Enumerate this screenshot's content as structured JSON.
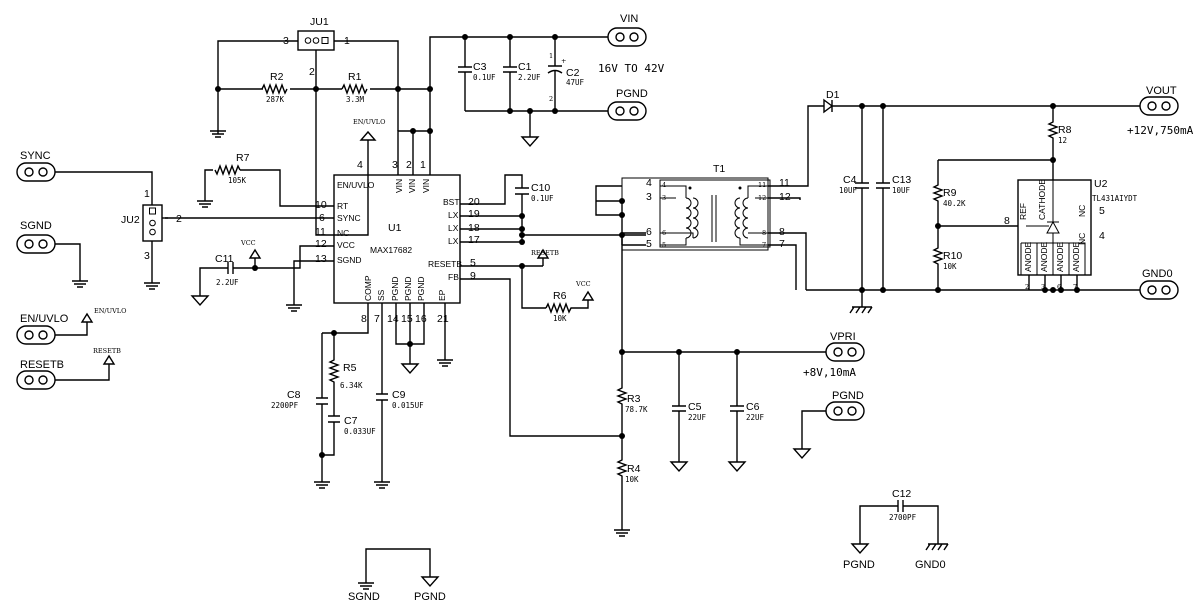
{
  "connectors": {
    "vin": "VIN",
    "pgnd_top": "PGND",
    "vout": "VOUT",
    "gnd0": "GND0",
    "sync": "SYNC",
    "sgnd": "SGND",
    "en_uvlo": "EN/UVLO",
    "resetb": "RESETB",
    "vpri": "VPRI",
    "pgnd_mid": "PGND"
  },
  "notes": {
    "vin_range": "16V TO 42V",
    "vout_spec": "+12V,750mA",
    "vpri_spec": "+8V,10mA"
  },
  "jumpers": {
    "ju1": {
      "ref": "JU1",
      "p1": "1",
      "p2": "2",
      "p3": "3"
    },
    "ju2": {
      "ref": "JU2",
      "p1": "1",
      "p2": "2",
      "p3": "3"
    }
  },
  "u1": {
    "ref": "U1",
    "part": "MAX17682",
    "pins": {
      "en_uvlo": "EN/UVLO",
      "vin": "VIN",
      "rt": "RT",
      "sync": "SYNC",
      "nc": "NC",
      "vcc": "VCC",
      "sgnd": "SGND",
      "bst": "BST",
      "lx": "LX",
      "resetb": "RESETB",
      "fb": "FB",
      "comp": "COMP",
      "ss": "SS",
      "pgnd": "PGND",
      "ep": "EP"
    },
    "pin_numbers": {
      "en_uvlo": "4",
      "vin1": "3",
      "vin2": "2",
      "vin3": "1",
      "rt": "10",
      "sync": "6",
      "nc": "11",
      "vcc": "12",
      "sgnd": "13",
      "bst": "20",
      "lx1": "19",
      "lx2": "18",
      "lx3": "17",
      "resetb": "5",
      "fb": "9",
      "comp": "8",
      "ss": "7",
      "pgnd1": "14",
      "pgnd2": "15",
      "pgnd3": "16",
      "ep": "21"
    }
  },
  "u2": {
    "ref": "U2",
    "part": "TL431AIYDT",
    "pins": {
      "ref": "REF",
      "cathode": "CATHODE",
      "nc": "NC",
      "anode": "ANODE"
    },
    "pin_numbers": {
      "nc_top": "5",
      "nc_bottom": "4",
      "ref": "8",
      "a2": "2",
      "a3": "3",
      "a6": "6",
      "a7": "7"
    }
  },
  "transformer": {
    "ref": "T1",
    "pins": {
      "p4": "4",
      "p3": "3",
      "p6": "6",
      "p5": "5",
      "p11": "11",
      "p12": "12",
      "p8": "8",
      "p7": "7"
    }
  },
  "diode": {
    "ref": "D1"
  },
  "resistors": [
    {
      "ref": "R1",
      "value": "3.3M"
    },
    {
      "ref": "R2",
      "value": "287K"
    },
    {
      "ref": "R3",
      "value": "78.7K"
    },
    {
      "ref": "R4",
      "value": "10K"
    },
    {
      "ref": "R5",
      "value": "6.34K"
    },
    {
      "ref": "R6",
      "value": "10K"
    },
    {
      "ref": "R7",
      "value": "105K"
    },
    {
      "ref": "R8",
      "value": "12"
    },
    {
      "ref": "R9",
      "value": "40.2K"
    },
    {
      "ref": "R10",
      "value": "10K"
    }
  ],
  "capacitors": [
    {
      "ref": "C1",
      "value": "2.2UF"
    },
    {
      "ref": "C2",
      "value": "47UF",
      "pin_plus": "1",
      "pin_minus": "2",
      "polarity": "+"
    },
    {
      "ref": "C3",
      "value": "0.1UF"
    },
    {
      "ref": "C4",
      "value": "10UF"
    },
    {
      "ref": "C5",
      "value": "22UF"
    },
    {
      "ref": "C6",
      "value": "22UF"
    },
    {
      "ref": "C7",
      "value": "0.033UF"
    },
    {
      "ref": "C8",
      "value": "2200PF"
    },
    {
      "ref": "C9",
      "value": "0.015UF"
    },
    {
      "ref": "C10",
      "value": "0.1UF"
    },
    {
      "ref": "C11",
      "value": "2.2UF"
    },
    {
      "ref": "C12",
      "value": "2700PF"
    },
    {
      "ref": "C13",
      "value": "10UF"
    }
  ],
  "net_labels": {
    "en_uvlo": "EN/UVLO",
    "resetb": "RESETB",
    "vcc": "VCC",
    "sgnd": "SGND",
    "pgnd": "PGND",
    "gnd0": "GND0"
  }
}
